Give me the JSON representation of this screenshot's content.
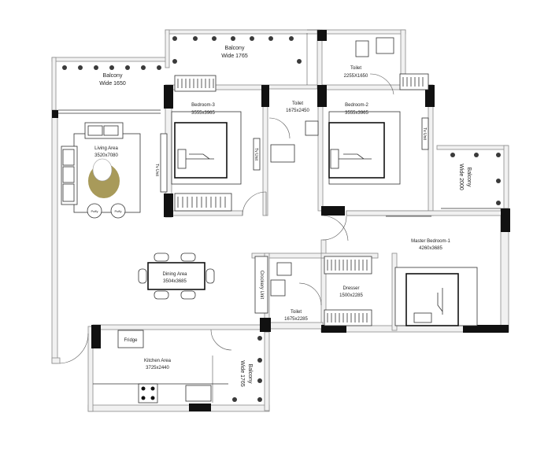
{
  "rooms": {
    "balcony_left": {
      "name": "Balcony",
      "size": "Wide 1650"
    },
    "balcony_top": {
      "name": "Balcony",
      "size": "Wide 1765"
    },
    "toilet_top": {
      "name": "Toilet",
      "size": "2255X1650"
    },
    "bedroom3": {
      "name": "Bedroom-3",
      "size": "3555x3965"
    },
    "toilet_mid": {
      "name": "Toilet",
      "size": "1675x2450"
    },
    "bedroom2": {
      "name": "Bedroom-2",
      "size": "3555x3965"
    },
    "balcony_right": {
      "name": "Balcony",
      "size": "Wide 2000"
    },
    "living": {
      "name": "Living Area",
      "size": "3520x7080"
    },
    "dining": {
      "name": "Dining Area",
      "size": "3504x3685"
    },
    "master": {
      "name": "Master Bedroom-1",
      "size": "4260x3685"
    },
    "dresser": {
      "name": "Dresser",
      "size": "1500x2285"
    },
    "toilet_low": {
      "name": "Toilet",
      "size": "1675x2285"
    },
    "kitchen": {
      "name": "Kitchen Area",
      "size": "3725x2440"
    },
    "balcony_bottom": {
      "name": "Balcony",
      "size": "Wide 1765"
    }
  },
  "fixtures": {
    "tv_unit": "Tv Unit",
    "crockery_unit": "Crockery Unit",
    "fridge": "Fridge",
    "puffy": "Puffy"
  },
  "colors": {
    "wall_fill": "#f1f1f1",
    "wall_line": "#8a8a8a",
    "column": "#111111",
    "rug": "#a89a5a"
  }
}
